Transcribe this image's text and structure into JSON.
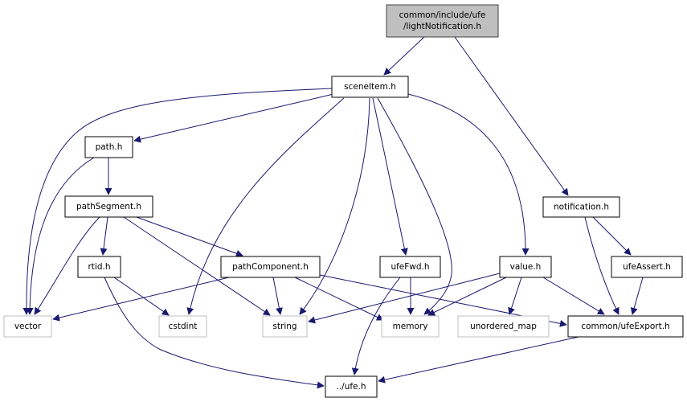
{
  "graph": {
    "edge_color": "#191970",
    "root_fill": "#bfbfbf",
    "nodes": {
      "root": {
        "line1": "common/include/ufe",
        "line2": "/lightNotification.h"
      },
      "sceneItem": "sceneItem.h",
      "notification": "notification.h",
      "path": "path.h",
      "pathSegment": "pathSegment.h",
      "rtid": "rtid.h",
      "pathComponent": "pathComponent.h",
      "ufeFwd": "ufeFwd.h",
      "value": "value.h",
      "ufeAssert": "ufeAssert.h",
      "vector": "vector",
      "cstdint": "cstdint",
      "string": "string",
      "memory": "memory",
      "unordered_map": "unordered_map",
      "ufeExport": "common/ufeExport.h",
      "ufe": "../ufe.h"
    },
    "edges": [
      [
        "root",
        "sceneItem"
      ],
      [
        "root",
        "notification"
      ],
      [
        "sceneItem",
        "vector"
      ],
      [
        "sceneItem",
        "path"
      ],
      [
        "sceneItem",
        "cstdint"
      ],
      [
        "sceneItem",
        "string"
      ],
      [
        "sceneItem",
        "ufeFwd"
      ],
      [
        "sceneItem",
        "memory"
      ],
      [
        "sceneItem",
        "value"
      ],
      [
        "path",
        "vector"
      ],
      [
        "path",
        "pathSegment"
      ],
      [
        "pathSegment",
        "vector"
      ],
      [
        "pathSegment",
        "rtid"
      ],
      [
        "pathSegment",
        "string"
      ],
      [
        "pathSegment",
        "pathComponent"
      ],
      [
        "rtid",
        "cstdint"
      ],
      [
        "rtid",
        "ufe"
      ],
      [
        "pathComponent",
        "vector"
      ],
      [
        "pathComponent",
        "string"
      ],
      [
        "pathComponent",
        "memory"
      ],
      [
        "pathComponent",
        "ufeExport"
      ],
      [
        "ufeFwd",
        "memory"
      ],
      [
        "ufeFwd",
        "ufe"
      ],
      [
        "value",
        "string"
      ],
      [
        "value",
        "memory"
      ],
      [
        "value",
        "unordered_map"
      ],
      [
        "value",
        "ufeExport"
      ],
      [
        "notification",
        "ufeAssert"
      ],
      [
        "notification",
        "ufeExport"
      ],
      [
        "ufeAssert",
        "ufeExport"
      ],
      [
        "ufeExport",
        "ufe"
      ]
    ]
  }
}
